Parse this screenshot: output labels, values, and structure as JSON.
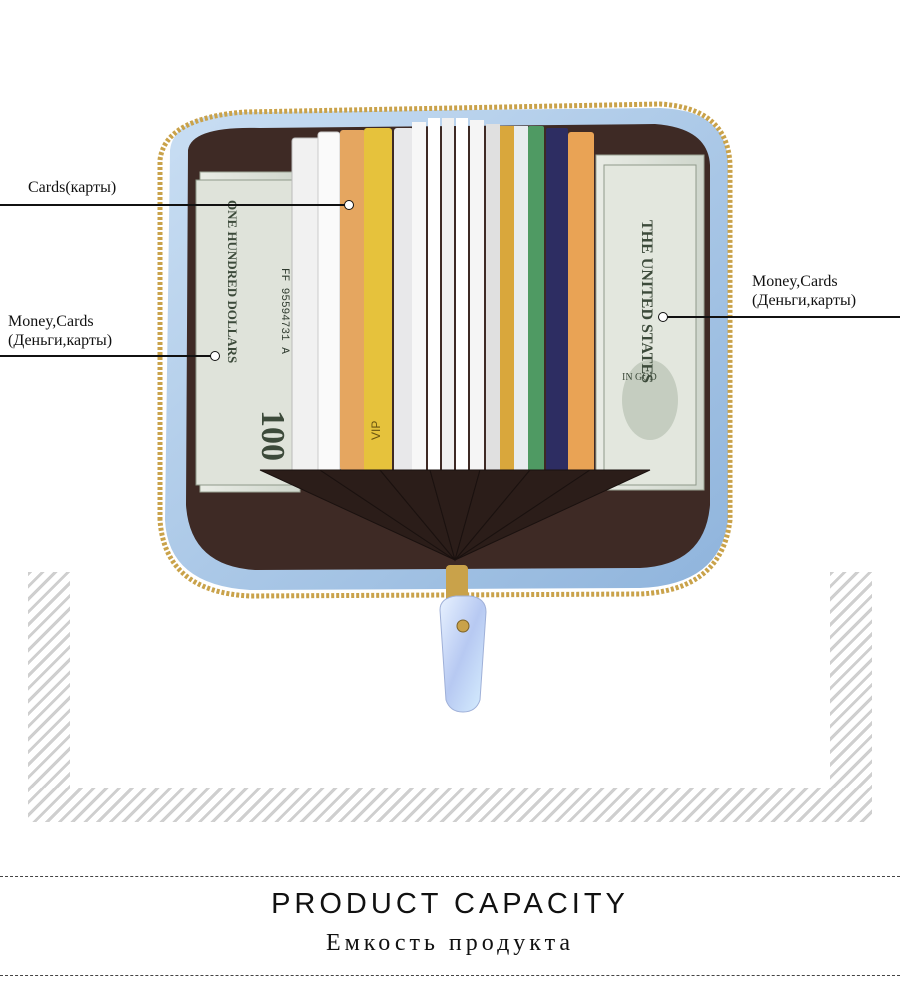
{
  "callouts": {
    "cards_top_left": "Cards(карты)",
    "money_left_line1": "Money,Cards",
    "money_left_line2": "(Деньги,карты)",
    "money_right_line1": "Money,Cards",
    "money_right_line2": "(Деньги,карты)"
  },
  "banknote_left": {
    "value": "100",
    "text": "ONE HUNDRED DOLLARS",
    "serial": "FF 95594731 A"
  },
  "banknote_right": {
    "text": "THE UNITED STATES",
    "motto": "IN GOD"
  },
  "card_texts": {
    "vip": "VIP"
  },
  "footer": {
    "title_en": "PRODUCT CAPACITY",
    "title_ru": "Емкость продукта"
  },
  "colors": {
    "wallet_blue": "#a9c8e8",
    "lining_brown": "#3e2a25",
    "zipper_gold": "#c9a24a",
    "hatch_gray": "#cfcfcf"
  }
}
